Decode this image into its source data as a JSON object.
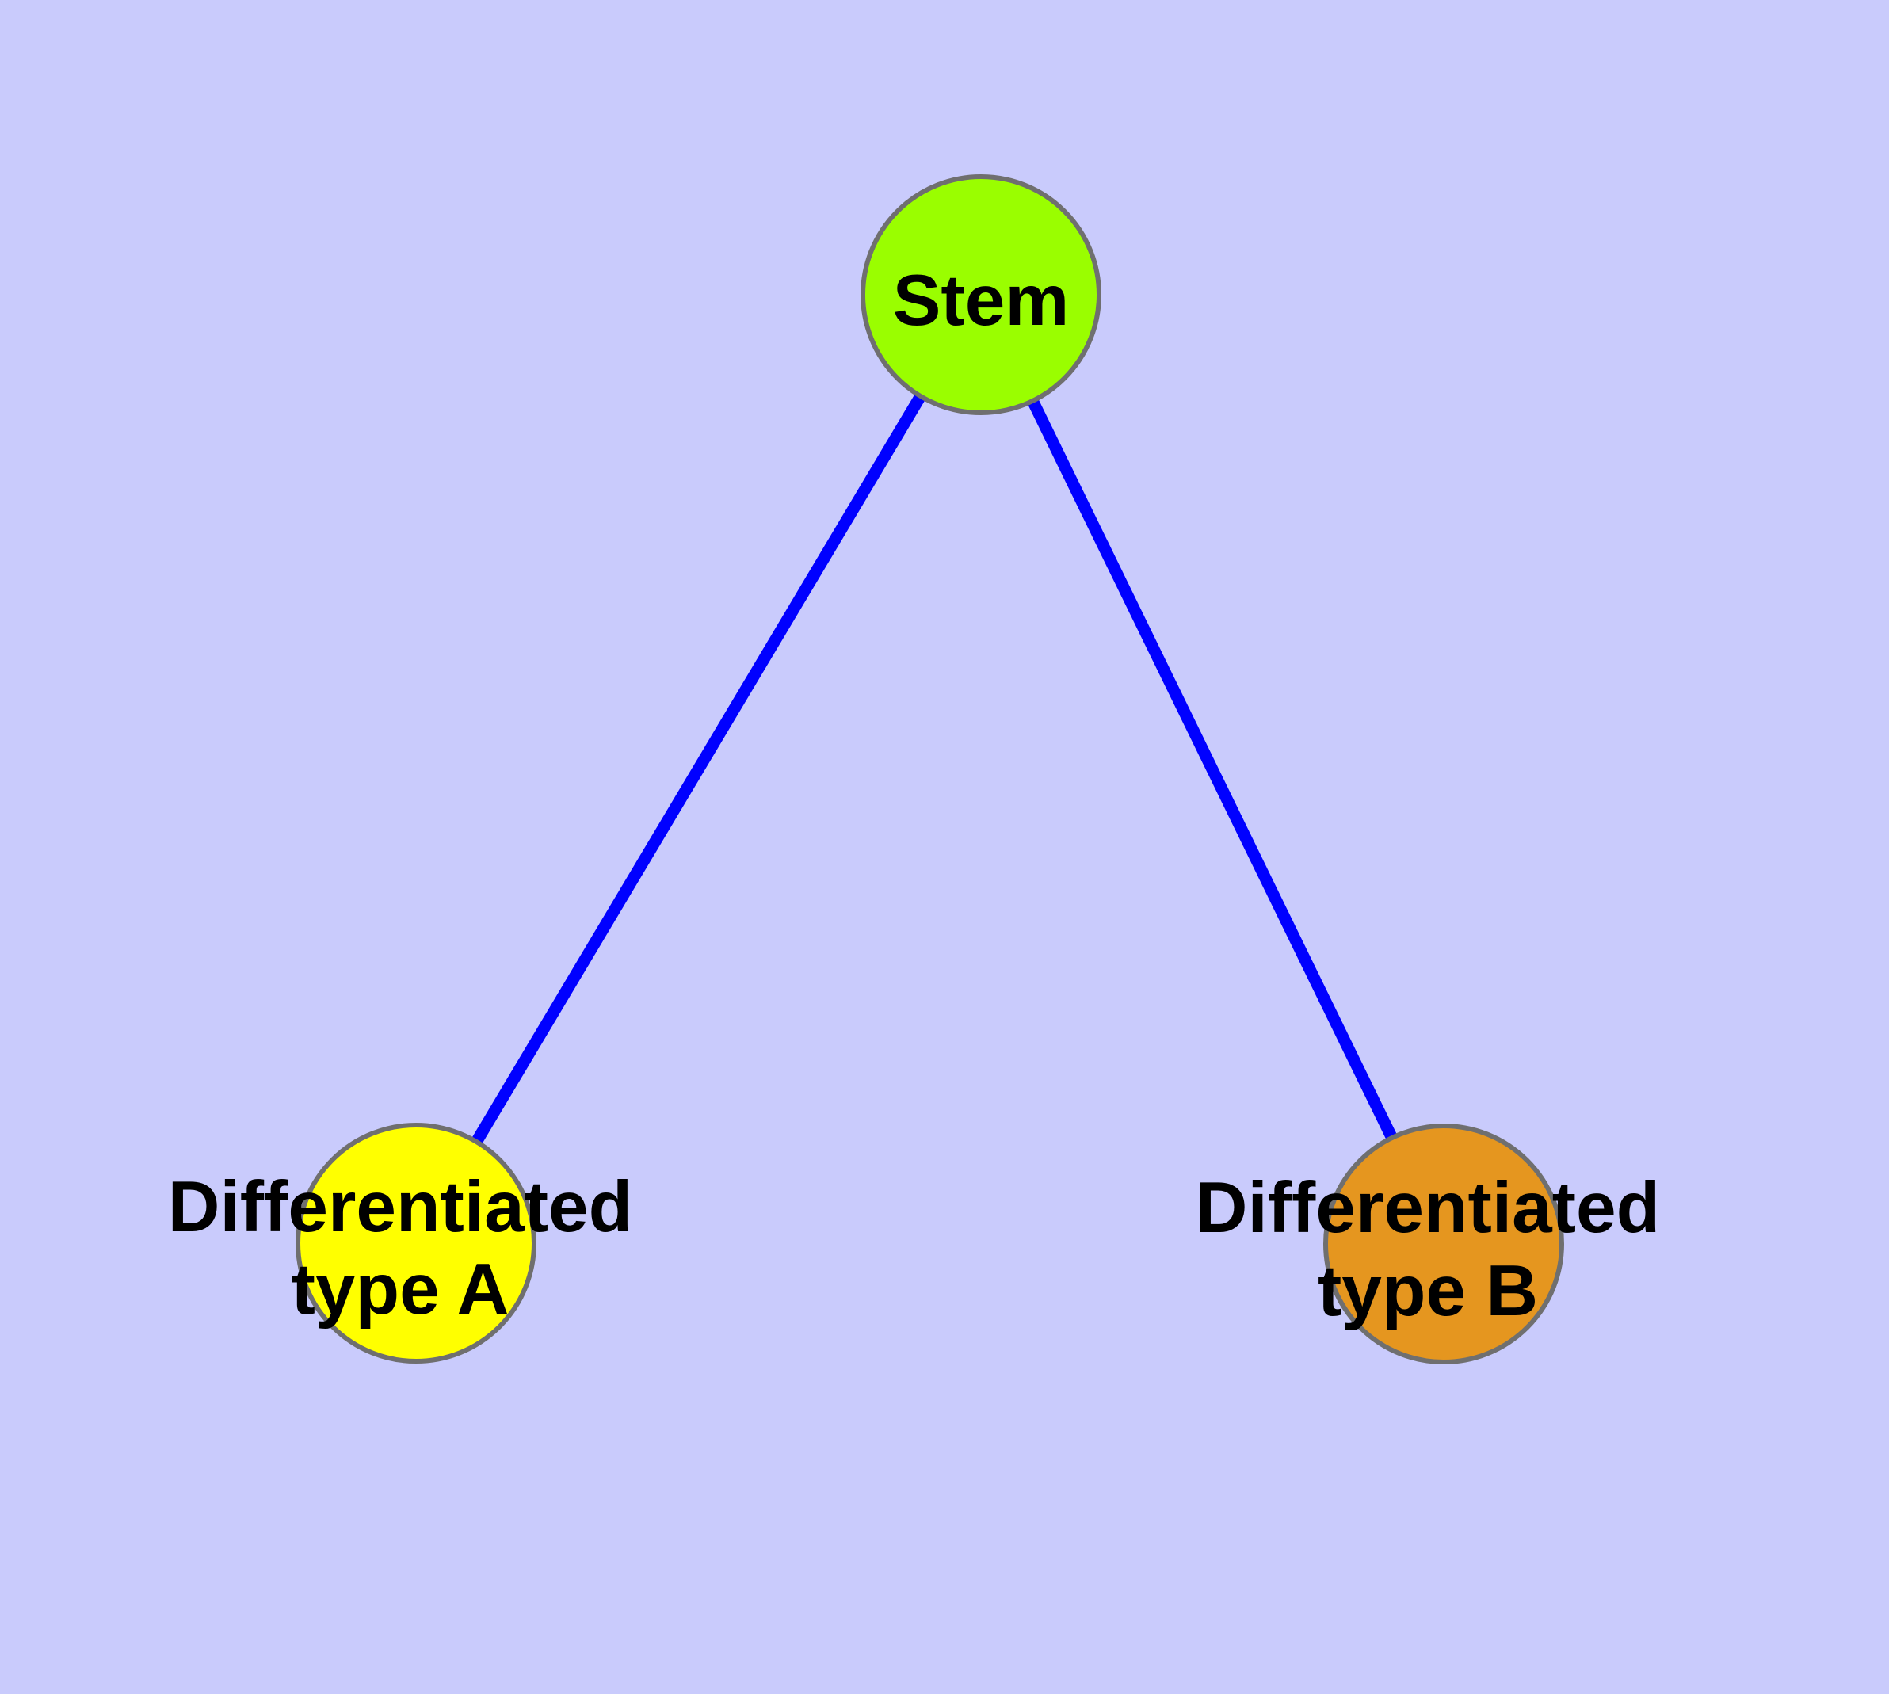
{
  "diagram": {
    "background_color": "#c9cbfc",
    "edge_color": "#0000ff",
    "node_border_color": "#6f6f6f",
    "text_color": "#000000",
    "nodes": {
      "stem": {
        "label": "Stem",
        "fill": "#9afe00"
      },
      "type_a": {
        "label": "Differentiated type A",
        "label_line1": "Differentiated",
        "label_line2": "type A",
        "fill": "#ffff00"
      },
      "type_b": {
        "label": "Differentiated type B",
        "label_line1": "Differentiated",
        "label_line2": "type B",
        "fill": "#e5961f"
      }
    },
    "edges": [
      {
        "from": "stem",
        "to": "type_a"
      },
      {
        "from": "stem",
        "to": "type_b"
      }
    ]
  }
}
